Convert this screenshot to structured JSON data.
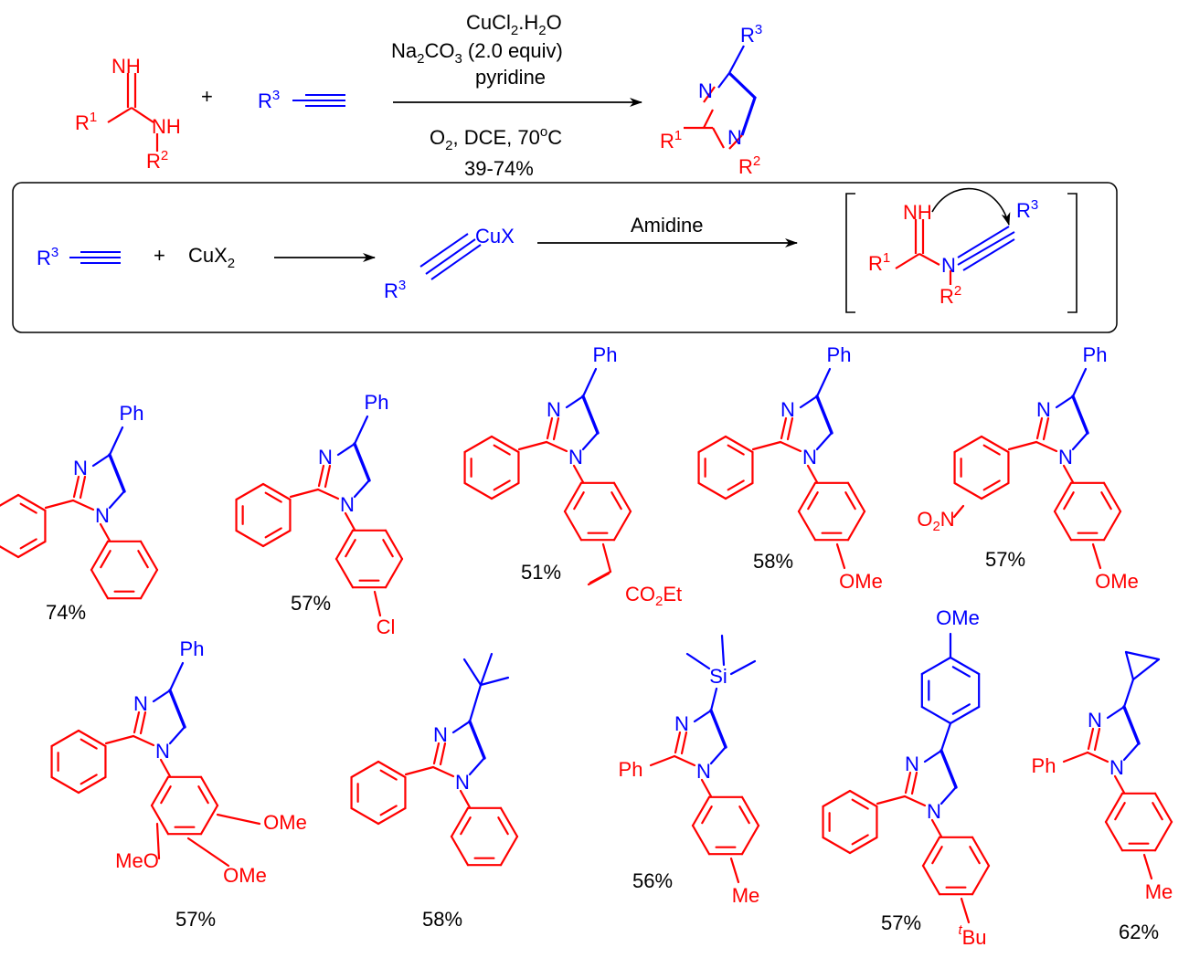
{
  "colors": {
    "red": "#ff0000",
    "blue": "#0000ff",
    "black": "#000000"
  },
  "reaction": {
    "reagent": {
      "cucl2": "CuCl",
      "cucl2_2": "2",
      "cucl2_dot": ".H",
      "cucl2_2b": "2",
      "cucl2_o": "O",
      "na": "Na",
      "na_2": "2",
      "na_co": "CO",
      "na_3": "3",
      "na_eq": " (2.0 equiv)",
      "pyr": "pyridine"
    },
    "conditions": {
      "o": "O",
      "o_2": "2",
      "rest": ", DCE, 70",
      "deg": "o",
      "c": "C"
    },
    "yield_range": "39-74%",
    "plus": "+",
    "amidine": {
      "NH_top": "NH",
      "NH_side": "NH",
      "R1": "R",
      "R1_s": "1",
      "R2": "R",
      "R2_s": "2"
    },
    "alkyne": {
      "R3": "R",
      "R3_s": "3"
    },
    "product": {
      "R3": "R",
      "R3_s": "3",
      "N": "N",
      "N1": "N",
      "R1": "R",
      "R1_s": "1",
      "R2": "R",
      "R2_s": "2"
    }
  },
  "mechanism": {
    "R3": "R",
    "R3_s": "3",
    "plus": "+",
    "cux2": "CuX",
    "cux2_s": "2",
    "acetylide": {
      "cux": "CuX",
      "R3": "R",
      "R3_s": "3"
    },
    "arrow_label": "Amidine",
    "intermediate": {
      "NH": "NH",
      "N": "N",
      "R1": "R",
      "R1_s": "1",
      "R2": "R",
      "R2_s": "2",
      "R3": "R",
      "R3_s": "3"
    }
  },
  "substrates": [
    {
      "yield": "74%",
      "r4": "Ph"
    },
    {
      "yield": "57%",
      "r4": "Ph",
      "sub": "Cl"
    },
    {
      "yield": "51%",
      "r4": "Ph",
      "sub": "CO",
      "sub_2": "2",
      "sub_b": "Et"
    },
    {
      "yield": "58%",
      "r4": "Ph",
      "sub": "OMe"
    },
    {
      "yield": "57%",
      "r4": "Ph",
      "sub": "OMe",
      "no2": "O",
      "no2_2": "2",
      "no2_n": "N"
    },
    {
      "yield": "57%",
      "r4": "Ph",
      "ome1": "OMe",
      "ome2": "MeO",
      "ome3": "OMe"
    },
    {
      "yield": "58%"
    },
    {
      "yield": "56%",
      "si": "Si",
      "r2": "Ph",
      "sub": "Me"
    },
    {
      "yield": "57%",
      "ome": "OMe",
      "tbu_t": "t",
      "tbu": "Bu"
    },
    {
      "yield": "62%",
      "r2": "Ph",
      "sub": "Me"
    }
  ],
  "atom_N": "N"
}
